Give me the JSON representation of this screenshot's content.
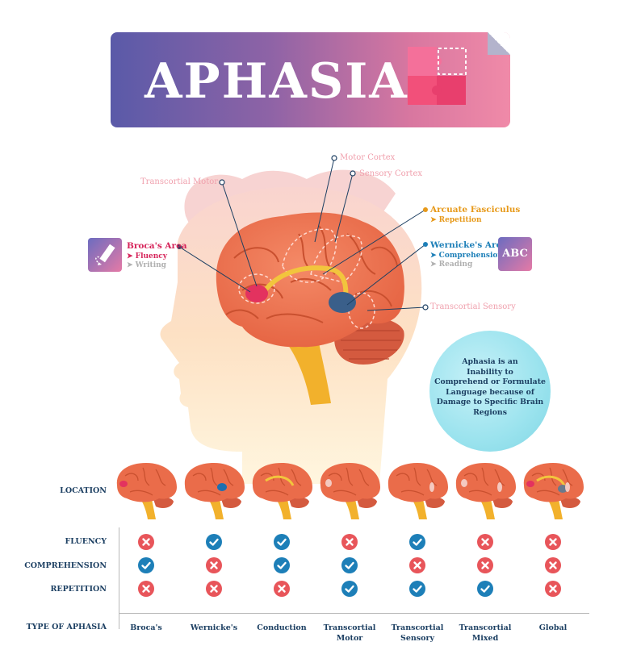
{
  "title": "APHASIA",
  "labels": {
    "motor_cortex": "Motor Cortex",
    "sensory_cortex": "Sensory Cortex",
    "transcortial_motor": "Transcortial Motor",
    "arcuate_title": "Arcuate Fasciculus",
    "arcuate_sub": "➤ Repetition",
    "broca_title": "Broca's Area",
    "broca_sub1": "➤ Fluency",
    "broca_sub2": "➤ Writing",
    "wernicke_title": "Wernicke's Area",
    "wernicke_sub1": "➤ Comprehension",
    "wernicke_sub2": "➤ Reading",
    "transcortial_sensory": "Transcortial Sensory",
    "abc_icon_text": "ABC"
  },
  "info_circle": {
    "line1": "Aphasia is an",
    "line2": "Inability to",
    "line3": "Comprehend or Formulate",
    "line4": "Language because of",
    "line5": "Damage to Specific Brain",
    "line6": "Regions"
  },
  "table": {
    "row_labels": {
      "location": "LOCATION",
      "fluency": "FLUENCY",
      "comprehension": "COMPREHENSION",
      "repetition": "REPETITION",
      "type": "TYPE OF APHASIA"
    },
    "types": [
      {
        "line1": "Broca's",
        "line2": ""
      },
      {
        "line1": "Wernicke's",
        "line2": ""
      },
      {
        "line1": "Conduction",
        "line2": ""
      },
      {
        "line1": "Transcortial",
        "line2": "Motor"
      },
      {
        "line1": "Transcortial",
        "line2": "Sensory"
      },
      {
        "line1": "Transcortial",
        "line2": "Mixed"
      },
      {
        "line1": "Global",
        "line2": ""
      }
    ],
    "fluency": [
      false,
      true,
      true,
      false,
      true,
      false,
      false
    ],
    "comprehension": [
      true,
      false,
      true,
      true,
      false,
      false,
      false
    ],
    "repetition": [
      false,
      false,
      false,
      true,
      true,
      true,
      false
    ]
  },
  "colors": {
    "check": "#1d7fb8",
    "cross": "#e8555a",
    "navy": "#1c3f62",
    "broca": "#d6245a",
    "arcuate": "#e79a1b",
    "wernicke": "#1d7fb8"
  }
}
